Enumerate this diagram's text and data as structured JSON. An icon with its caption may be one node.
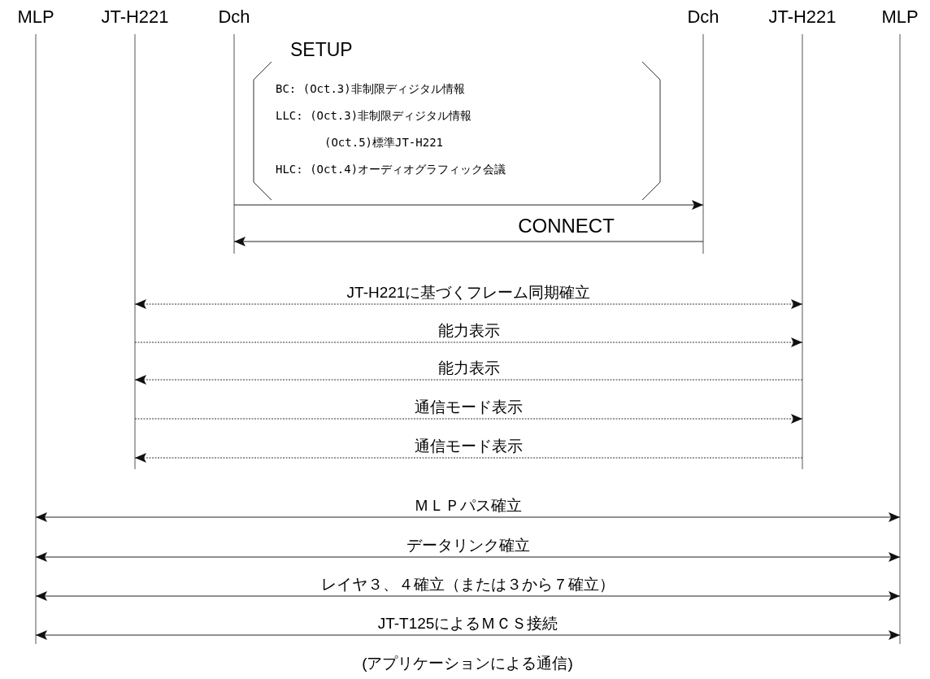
{
  "diagram": {
    "nodes": [
      {
        "text": [
          "MLP"
        ]
      },
      {
        "text": [
          "JT-H221"
        ]
      },
      {
        "text": [
          "Dch"
        ]
      },
      {
        "text": [
          "Dch"
        ]
      },
      {
        "text": [
          "JT-H221"
        ]
      },
      {
        "text": [
          "MLP"
        ]
      },
      {
        "text": [
          "SETUP",
          "BC: (Oct.3)非制限ディジタル情報",
          "LLC: (Oct.3)非制限ディジタル情報",
          "(Oct.5)標準JT-H221",
          "HLC: (Oct.4)オーディオグラフィック会議"
        ]
      }
    ],
    "edges": [
      {
        "from": 2,
        "to": 3,
        "arrow": "to"
      },
      {
        "from": 3,
        "to": 2,
        "arrow": "to",
        "label": "CONNECT"
      },
      {
        "from": 1,
        "to": 4,
        "arrow": "both",
        "style": "dashed",
        "label": "JT-H221に基づくフレーム同期確立"
      },
      {
        "from": 1,
        "to": 4,
        "arrow": "to",
        "style": "dashed",
        "label": "能力表示"
      },
      {
        "from": 4,
        "to": 1,
        "arrow": "to",
        "style": "dashed",
        "label": "能力表示"
      },
      {
        "from": 1,
        "to": 4,
        "arrow": "to",
        "style": "dashed",
        "label": "通信モード表示"
      },
      {
        "from": 4,
        "to": 1,
        "arrow": "to",
        "style": "dashed",
        "label": "通信モード表示"
      },
      {
        "from": 0,
        "to": 5,
        "arrow": "both",
        "label": "ＭＬＰパス確立"
      },
      {
        "from": 0,
        "to": 5,
        "arrow": "both",
        "label": "データリンク確立"
      },
      {
        "from": 0,
        "to": 5,
        "arrow": "both",
        "label": "レイヤ３、４確立（または３から７確立）"
      },
      {
        "from": 0,
        "to": 5,
        "arrow": "both",
        "label": "JT-T125によるＭＣＳ接続"
      }
    ],
    "labels": [
      "(アプリケーションによる通信)"
    ]
  }
}
